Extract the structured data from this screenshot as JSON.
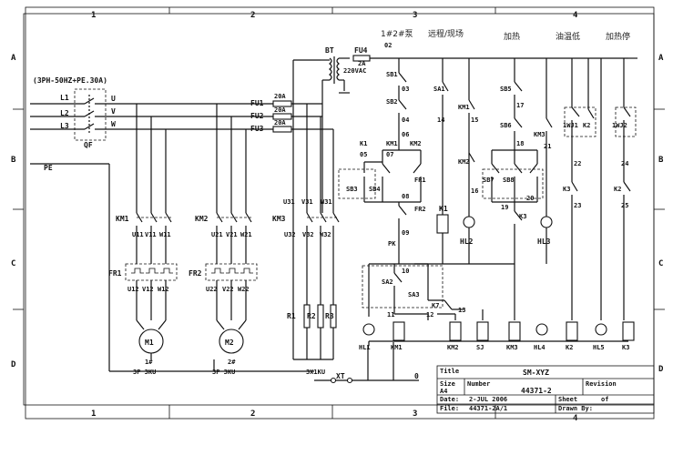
{
  "frame": {
    "columns": [
      "1",
      "2",
      "3",
      "4"
    ],
    "rows": [
      "A",
      "B",
      "C",
      "D"
    ]
  },
  "supply": {
    "rating": "(3PH-50HZ+PE.30A)",
    "phases": [
      "L1",
      "L2",
      "L3"
    ],
    "bus": [
      "U",
      "V",
      "W"
    ],
    "breaker": "QF",
    "earth": "PE"
  },
  "fuses": {
    "main": [
      {
        "name": "FU1",
        "rating": "20A"
      },
      {
        "name": "FU2",
        "rating": "20A"
      },
      {
        "name": "FU3",
        "rating": "20A"
      }
    ],
    "control": {
      "name": "FU4",
      "rating": "2A"
    }
  },
  "transformer": {
    "name": "BT",
    "voltage": "220VAC"
  },
  "motor_circuits": [
    {
      "contactor": "KM1",
      "terminals": [
        "U11",
        "V11",
        "W11"
      ],
      "overload": "FR1",
      "out": [
        "U12",
        "V12",
        "W12"
      ],
      "motor": "M1",
      "motor_no": "1#",
      "power": "3P 3KU"
    },
    {
      "contactor": "KM2",
      "terminals": [
        "U21",
        "V21",
        "W21"
      ],
      "overload": "FR2",
      "out": [
        "U22",
        "V22",
        "W22"
      ],
      "motor": "M2",
      "motor_no": "2#",
      "power": "3P 3KU"
    }
  ],
  "heater_circuit": {
    "top": [
      "U31",
      "V31",
      "W31"
    ],
    "contactor": "KM3",
    "terminals": [
      "U32",
      "V32",
      "W32"
    ],
    "resistors": [
      "R1",
      "R2",
      "R3"
    ],
    "power": "3X1KU",
    "terminal_block": "XT"
  },
  "column_headers": [
    "1#2#泵",
    "远程/现场",
    "加热",
    "油温低",
    "加热停"
  ],
  "control": {
    "nodes": [
      "02",
      "03",
      "04",
      "05",
      "06",
      "07",
      "08",
      "09",
      "10",
      "11",
      "12",
      "13",
      "14",
      "15",
      "16",
      "17",
      "18",
      "19",
      "20",
      "21",
      "22",
      "23",
      "24",
      "25",
      "0"
    ],
    "switches": [
      "SB1",
      "SB2",
      "SB3",
      "SB4",
      "SB5",
      "SB6",
      "SB7",
      "SB8",
      "SA1",
      "SA2",
      "SA3",
      "1WJ1",
      "1WJ2"
    ],
    "aux": [
      "K1",
      "KM1",
      "KM2",
      "FR1",
      "FR2",
      "PK",
      "K7",
      "KM1",
      "KM2",
      "KM3",
      "K3",
      "K2",
      "K3",
      "K2"
    ],
    "loads": [
      "HL1",
      "KM1",
      "KM2",
      "SJ",
      "KM3",
      "HL4",
      "K2",
      "HL5",
      "K3"
    ],
    "mid_loads": [
      "K1",
      "HL2",
      "HL3"
    ]
  },
  "titleblock": {
    "title_label": "Title",
    "title": "SM-XYZ",
    "size_label": "Size",
    "size": "A4",
    "number_label": "Number",
    "number": "44371-2",
    "revision_label": "Revision",
    "date_label": "Date:",
    "date": "2-JUL 2006",
    "file_label": "File:",
    "file": "44371-2A/1",
    "sheet_label": "Sheet",
    "sheet_of": "of",
    "drawn_label": "Drawn By:"
  }
}
